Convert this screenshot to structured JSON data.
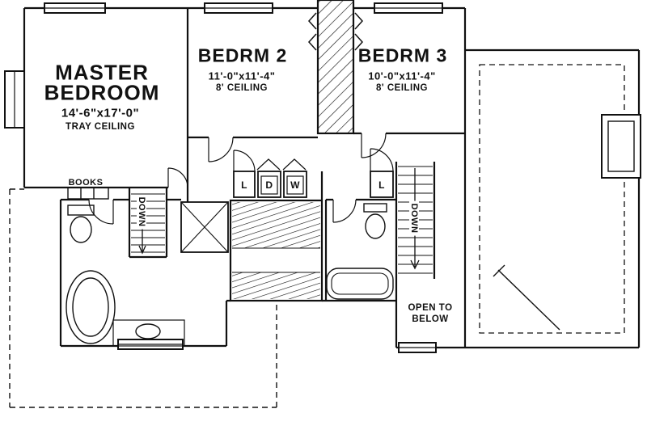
{
  "rooms": {
    "master": {
      "line1": "MASTER",
      "line2": "BEDROOM",
      "dims": "14'-6\"x17'-0\"",
      "ceiling": "TRAY CEILING"
    },
    "bedrm2": {
      "name": "BEDRM 2",
      "dims": "11'-0\"x11'-4\"",
      "ceiling": "8' CEILING"
    },
    "bedrm3": {
      "name": "BEDRM 3",
      "dims": "10'-0\"x11'-4\"",
      "ceiling": "8' CEILING"
    }
  },
  "labels": {
    "books": "BOOKS",
    "down_left": "DOWN",
    "down_right": "DOWN",
    "linen_hall": "L",
    "dryer": "D",
    "washer": "W",
    "linen_bath": "L",
    "open_line1": "OPEN TO",
    "open_line2": "BELOW"
  },
  "colors": {
    "line": "#111111",
    "background": "#ffffff"
  }
}
